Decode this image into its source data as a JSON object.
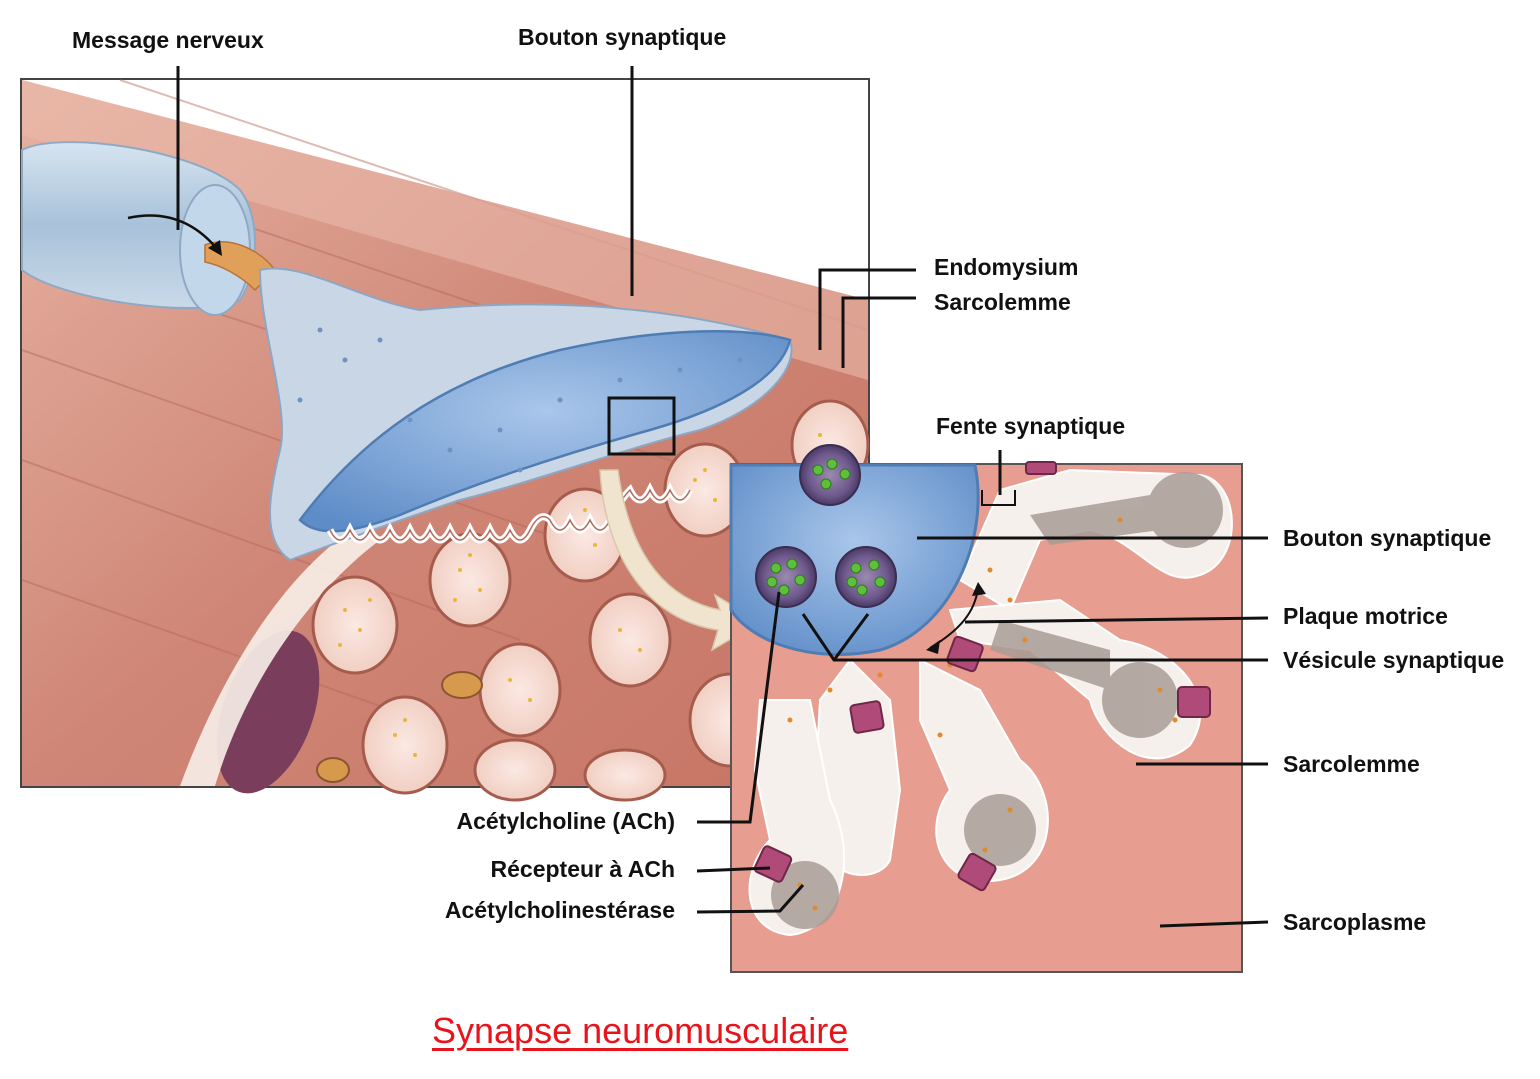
{
  "title": "Synapse neuromusculaire",
  "labels": {
    "message_nerveux": "Message nerveux",
    "bouton_synaptique_top": "Bouton synaptique",
    "endomysium": "Endomysium",
    "sarcolemme_top": "Sarcolemme",
    "fente_synaptique": "Fente synaptique",
    "bouton_synaptique_right": "Bouton synaptique",
    "plaque_motrice": "Plaque motrice",
    "vesicule_synaptique": "Vésicule synaptique",
    "sarcolemme_right": "Sarcolemme",
    "sarcoplasme": "Sarcoplasme",
    "acetylcholine": "Acétylcholine (ACh)",
    "recepteur": "Récepteur à ACh",
    "acetylcholinesterase": "Acétylcholinestérase"
  },
  "colors": {
    "title": "#e8141b",
    "muscle": "#d48a7a",
    "axon": "#a9c3dc",
    "terminal": "#7fa6d6",
    "fibril_end": "#f4d9cf",
    "sarcoplasm": "#e79d8f",
    "receptor": "#b04a78"
  }
}
